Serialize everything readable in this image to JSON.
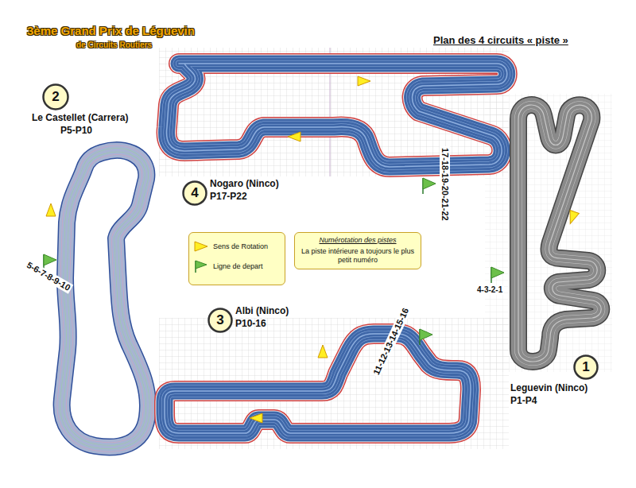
{
  "diagram": {
    "title": "3ème Grand Prix de Léguevin",
    "nodes": [
      {
        "text": [
          "2"
        ]
      },
      {
        "text": [
          "4"
        ]
      },
      {
        "text": [
          "Numérotation des pistes",
          "La piste intérieure a toujours le plus petit numéro"
        ]
      },
      {
        "text": [
          "3"
        ]
      },
      {
        "text": [
          "1"
        ]
      }
    ],
    "labels": [
      "de Circuits Routiers",
      "Plan des 4 circuits « piste »",
      "Le Castellet (Carrera)",
      "P5-P10",
      "5-6-7-8-9-10",
      "Nogaro (Ninco)",
      "P17-P22",
      "17-18-19-20-21-22",
      "Albi (Ninco)",
      "P10-16",
      "11-12-13-14-15-16",
      "4-3-2-1",
      "Leguevin (Ninco)",
      "P1-P4"
    ],
    "legend": [
      {
        "text": "Sens de Rotation"
      },
      {
        "text": "Ligne de depart"
      }
    ]
  }
}
